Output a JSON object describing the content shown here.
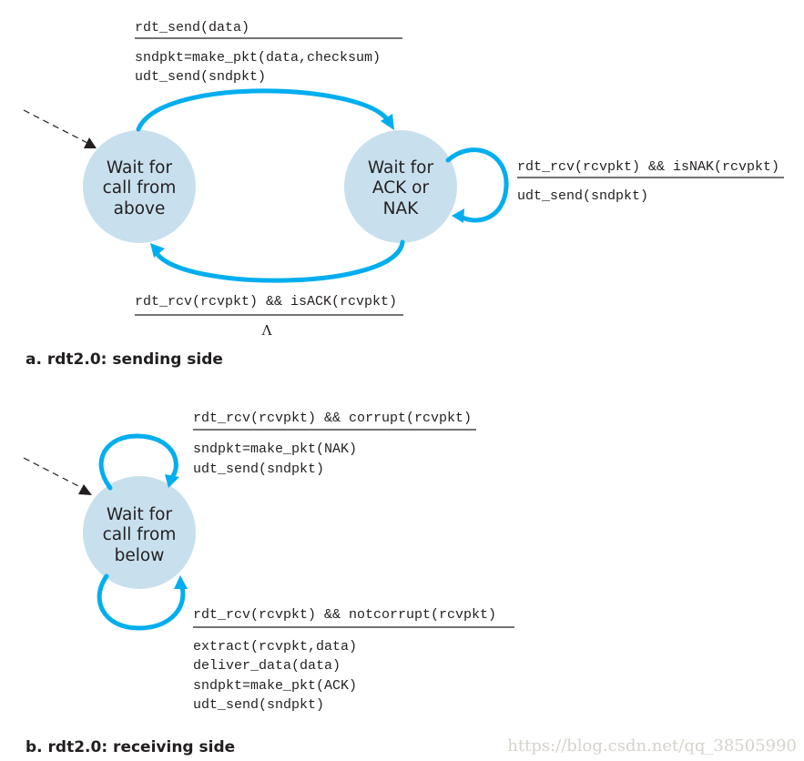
{
  "sending": {
    "caption": "a.  rdt2.0: sending side",
    "states": {
      "wait_above": [
        "Wait for",
        "call from",
        "above"
      ],
      "wait_ack": [
        "Wait for",
        "ACK or",
        "NAK"
      ]
    },
    "transitions": {
      "send": {
        "event": "rdt_send(data)",
        "actions": [
          "sndpkt=make_pkt(data,checksum)",
          "udt_send(sndpkt)"
        ]
      },
      "nak": {
        "event": "rdt_rcv(rcvpkt) && isNAK(rcvpkt)",
        "actions": [
          "udt_send(sndpkt)"
        ]
      },
      "ack": {
        "event": "rdt_rcv(rcvpkt) && isACK(rcvpkt)",
        "actions": [
          "Λ"
        ]
      }
    }
  },
  "receiving": {
    "caption": "b.  rdt2.0: receiving side",
    "states": {
      "wait_below": [
        "Wait for",
        "call from",
        "below"
      ]
    },
    "transitions": {
      "corrupt": {
        "event": "rdt_rcv(rcvpkt) && corrupt(rcvpkt)",
        "actions": [
          "sndpkt=make_pkt(NAK)",
          "udt_send(sndpkt)"
        ]
      },
      "notcorrupt": {
        "event": "rdt_rcv(rcvpkt) && notcorrupt(rcvpkt)",
        "actions": [
          "extract(rcvpkt,data)",
          "deliver_data(data)",
          "sndpkt=make_pkt(ACK)",
          "udt_send(sndpkt)"
        ]
      }
    }
  },
  "watermark": "https://blog.csdn.net/qq_38505990",
  "colors": {
    "state_fill": "#c8e0ee",
    "arrow": "#00aeef",
    "text": "#231f20"
  }
}
